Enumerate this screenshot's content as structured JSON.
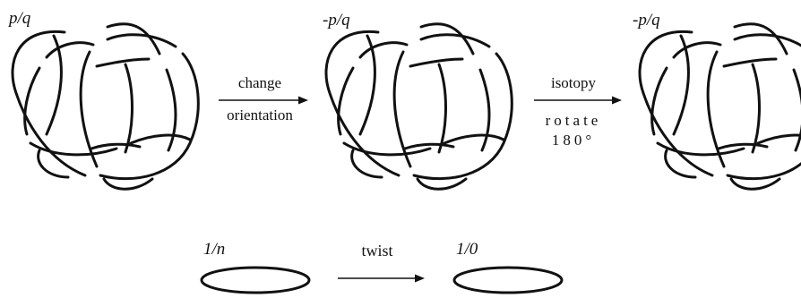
{
  "figure": {
    "knot_labels": {
      "left": "p/q",
      "middle": "-p/q",
      "right": "-p/q"
    },
    "arrow1": {
      "line1": "change",
      "line2": "orientation"
    },
    "arrow2": {
      "label": "isotopy",
      "note_line1": "rotate",
      "note_line2": "180°"
    },
    "bottom": {
      "left_label": "1/n",
      "arrow_label": "twist",
      "right_label": "1/0"
    }
  }
}
